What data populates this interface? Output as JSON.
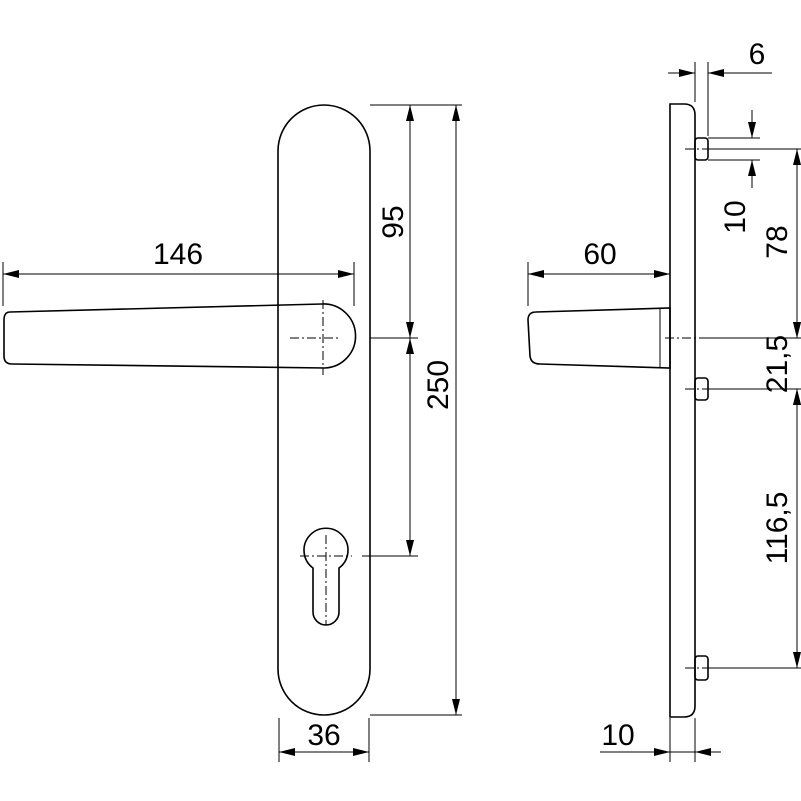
{
  "front_view": {
    "dim_handle_length": "146",
    "dim_plate_width": "36",
    "dim_top_to_spindle": "95",
    "dim_spindle_to_keyhole": "",
    "dim_plate_length": "250"
  },
  "side_view": {
    "dim_handle_projection": "60",
    "dim_plate_thickness": "10",
    "dim_screw_offset": "6",
    "dim_screw_small": "10",
    "dim_top_screw_to_spindle": "78",
    "dim_spindle_to_mid_screw": "21,5",
    "dim_mid_to_bottom_screw": "116,5"
  }
}
